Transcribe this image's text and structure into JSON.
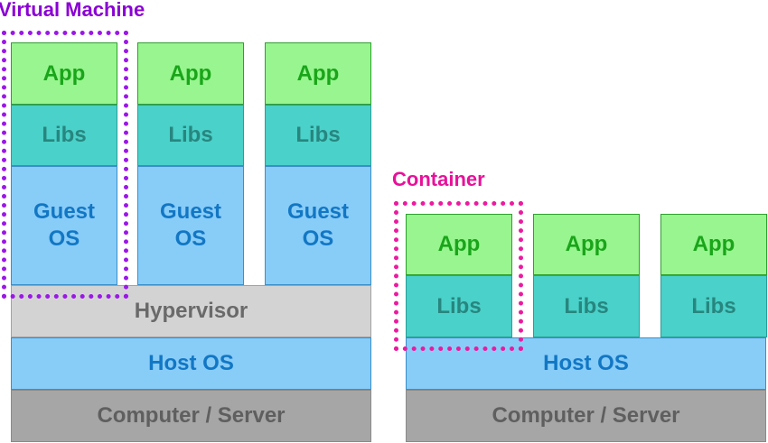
{
  "vm": {
    "heading": "Virtual Machine",
    "stacks": [
      {
        "app": "App",
        "libs": "Libs",
        "guest_os": "Guest\nOS"
      },
      {
        "app": "App",
        "libs": "Libs",
        "guest_os": "Guest\nOS"
      },
      {
        "app": "App",
        "libs": "Libs",
        "guest_os": "Guest\nOS"
      }
    ],
    "hypervisor": "Hypervisor",
    "host_os": "Host OS",
    "computer": "Computer / Server"
  },
  "container": {
    "heading": "Container",
    "stacks": [
      {
        "app": "App",
        "libs": "Libs"
      },
      {
        "app": "App",
        "libs": "Libs"
      },
      {
        "app": "App",
        "libs": "Libs"
      }
    ],
    "host_os": "Host OS",
    "computer": "Computer / Server"
  },
  "colors": {
    "vm_highlight": "#9b17e8",
    "container_highlight": "#ec1aa0",
    "app": "#98f58f",
    "libs": "#4ad1c9",
    "os": "#88ccf8",
    "hypervisor": "#d3d3d3",
    "computer": "#a6a6a6"
  }
}
